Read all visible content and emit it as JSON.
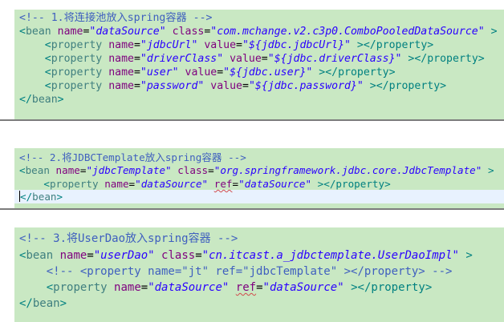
{
  "snippets": [
    {
      "lines": [
        {
          "kind": "comment",
          "text": "<!-- 1.将连接池放入spring容器 -->"
        },
        {
          "kind": "tag",
          "indent": "",
          "open": "<",
          "tag": "bean",
          "attrs": [
            {
              "name": "name",
              "value": "\"dataSource\""
            },
            {
              "name": "class",
              "value": "\"com.mchange.v2.c3p0.ComboPooledDataSource\""
            }
          ],
          "close": " >"
        },
        {
          "kind": "tag",
          "indent": "    ",
          "open": "<",
          "tag": "property",
          "attrs": [
            {
              "name": "name",
              "value": "\"jdbcUrl\""
            },
            {
              "name": "value",
              "value": "\"${jdbc.jdbcUrl}\""
            }
          ],
          "close": " ></property>"
        },
        {
          "kind": "tag",
          "indent": "    ",
          "open": "<",
          "tag": "property",
          "attrs": [
            {
              "name": "name",
              "value": "\"driverClass\""
            },
            {
              "name": "value",
              "value": "\"${jdbc.driverClass}\""
            }
          ],
          "close": " ></property>"
        },
        {
          "kind": "tag",
          "indent": "    ",
          "open": "<",
          "tag": "property",
          "attrs": [
            {
              "name": "name",
              "value": "\"user\""
            },
            {
              "name": "value",
              "value": "\"${jdbc.user}\""
            }
          ],
          "close": " ></property>"
        },
        {
          "kind": "tag",
          "indent": "    ",
          "open": "<",
          "tag": "property",
          "attrs": [
            {
              "name": "name",
              "value": "\"password\""
            },
            {
              "name": "value",
              "value": "\"${jdbc.password}\""
            }
          ],
          "close": " ></property>"
        },
        {
          "kind": "tag",
          "indent": "",
          "open": "</",
          "tag": "bean",
          "attrs": [],
          "close": ">"
        }
      ]
    },
    {
      "lines": [
        {
          "kind": "comment",
          "text": "<!-- 2.将JDBCTemplate放入spring容器 -->"
        },
        {
          "kind": "tag",
          "indent": "",
          "open": "<",
          "tag": "bean",
          "attrs": [
            {
              "name": "name",
              "value": "\"jdbcTemplate\""
            },
            {
              "name": "class",
              "value": "\"org.springframework.jdbc.core.JdbcTemplate\""
            }
          ],
          "close": " >"
        },
        {
          "kind": "tag",
          "indent": "    ",
          "open": "<",
          "tag": "property",
          "attrs": [
            {
              "name": "name",
              "value": "\"dataSource\""
            },
            {
              "name": "ref",
              "value": "\"dataSource\"",
              "underline": true
            }
          ],
          "close": " ></property>"
        },
        {
          "kind": "tag",
          "indent": "",
          "open": "</",
          "tag": "bean",
          "attrs": [],
          "close": ">",
          "cursor": true,
          "highlighted": true
        }
      ]
    },
    {
      "lines": [
        {
          "kind": "comment",
          "text": "<!-- 3.将UserDao放入spring容器 -->"
        },
        {
          "kind": "tag",
          "indent": "",
          "open": "<",
          "tag": "bean",
          "attrs": [
            {
              "name": "name",
              "value": "\"userDao\""
            },
            {
              "name": "class",
              "value": "\"cn.itcast.a_jdbctemplate.UserDaoImpl\""
            }
          ],
          "close": " >"
        },
        {
          "kind": "comment",
          "indent": "    ",
          "text": "<!-- <property name=\"jt\" ref=\"jdbcTemplate\" ></property> -->"
        },
        {
          "kind": "tag",
          "indent": "    ",
          "open": "<",
          "tag": "property",
          "attrs": [
            {
              "name": "name",
              "value": "\"dataSource\""
            },
            {
              "name": "ref",
              "value": "\"dataSource\"",
              "underline": true
            }
          ],
          "close": " ></property>"
        },
        {
          "kind": "tag",
          "indent": "",
          "open": "</",
          "tag": "bean",
          "attrs": [],
          "close": ">"
        }
      ]
    }
  ]
}
